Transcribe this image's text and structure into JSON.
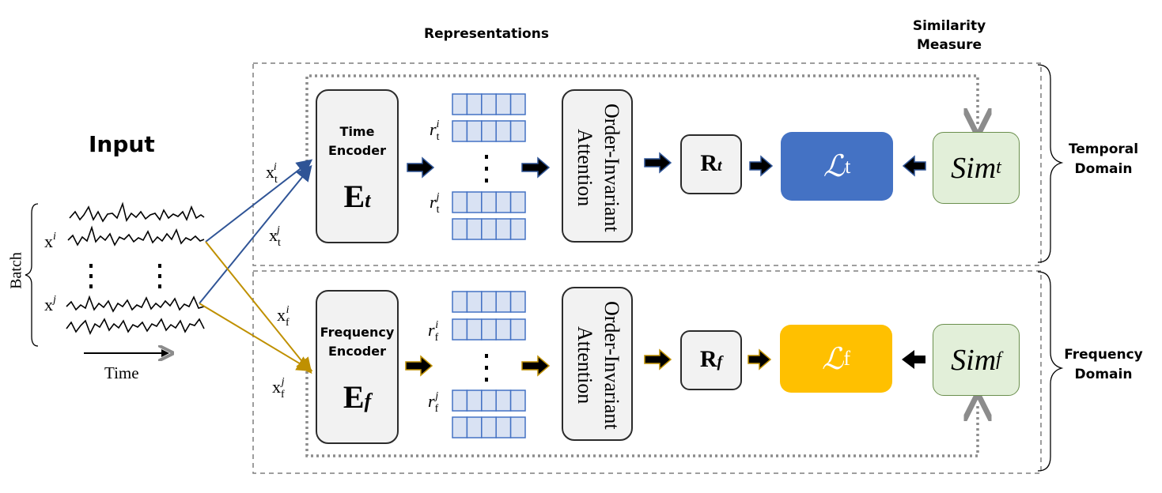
{
  "headers": {
    "representations": "Representations",
    "similarity_line1": "Similarity",
    "similarity_line2": "Measure"
  },
  "input": {
    "title": "Input",
    "batch_label": "Batch",
    "time_label": "Time",
    "xi_base": "x",
    "xi_sup": "i",
    "xj_base": "x",
    "xj_sup": "j"
  },
  "temporal": {
    "xt_i_base": "x",
    "xt_i_sub": "t",
    "xt_i_sup": "i",
    "xt_j_base": "x",
    "xt_j_sub": "t",
    "xt_j_sup": "j",
    "encoder_line1": "Time",
    "encoder_line2": "Encoder",
    "encoder_symbol_base": "E",
    "encoder_symbol_sub": "t",
    "rep_i_base": "r",
    "rep_i_sub": "t",
    "rep_i_sup": "i",
    "rep_j_base": "r",
    "rep_j_sub": "t",
    "rep_j_sup": "j",
    "attention_line1": "Order-Invariant",
    "attention_line2": "Attention",
    "R_base": "R",
    "R_sub": "t",
    "loss_base": "ℒ",
    "loss_sub": "t",
    "sim_base": "Sim",
    "sim_sub": "t",
    "domain_line1": "Temporal",
    "domain_line2": "Domain",
    "colors": {
      "arrow": "#2f5496",
      "loss": "#4472c4",
      "arrow_outline": "#2f5496"
    }
  },
  "frequency": {
    "xf_i_base": "x",
    "xf_i_sub": "f",
    "xf_i_sup": "i",
    "xf_j_base": "x",
    "xf_j_sub": "f",
    "xf_j_sup": "j",
    "encoder_line1": "Frequency",
    "encoder_line2": "Encoder",
    "encoder_symbol_base": "E",
    "encoder_symbol_sub": "f",
    "rep_i_base": "r",
    "rep_i_sub": "f",
    "rep_i_sup": "i",
    "rep_j_base": "r",
    "rep_j_sub": "f",
    "rep_j_sup": "j",
    "attention_line1": "Order-Invariant",
    "attention_line2": "Attention",
    "R_base": "R",
    "R_sub": "f",
    "loss_base": "ℒ",
    "loss_sub": "f",
    "sim_base": "Sim",
    "sim_sub": "f",
    "domain_line1": "Frequency",
    "domain_line2": "Domain",
    "colors": {
      "arrow": "#bf9000",
      "loss": "#ffc000",
      "arrow_outline": "#bf9000"
    }
  },
  "colors": {
    "rep_cell_fill": "#d9e2f3",
    "rep_cell_stroke": "#4472c4",
    "box_fill": "#f2f2f2",
    "sim_fill": "#e2efd9",
    "dashed": "#7f7f7f"
  }
}
